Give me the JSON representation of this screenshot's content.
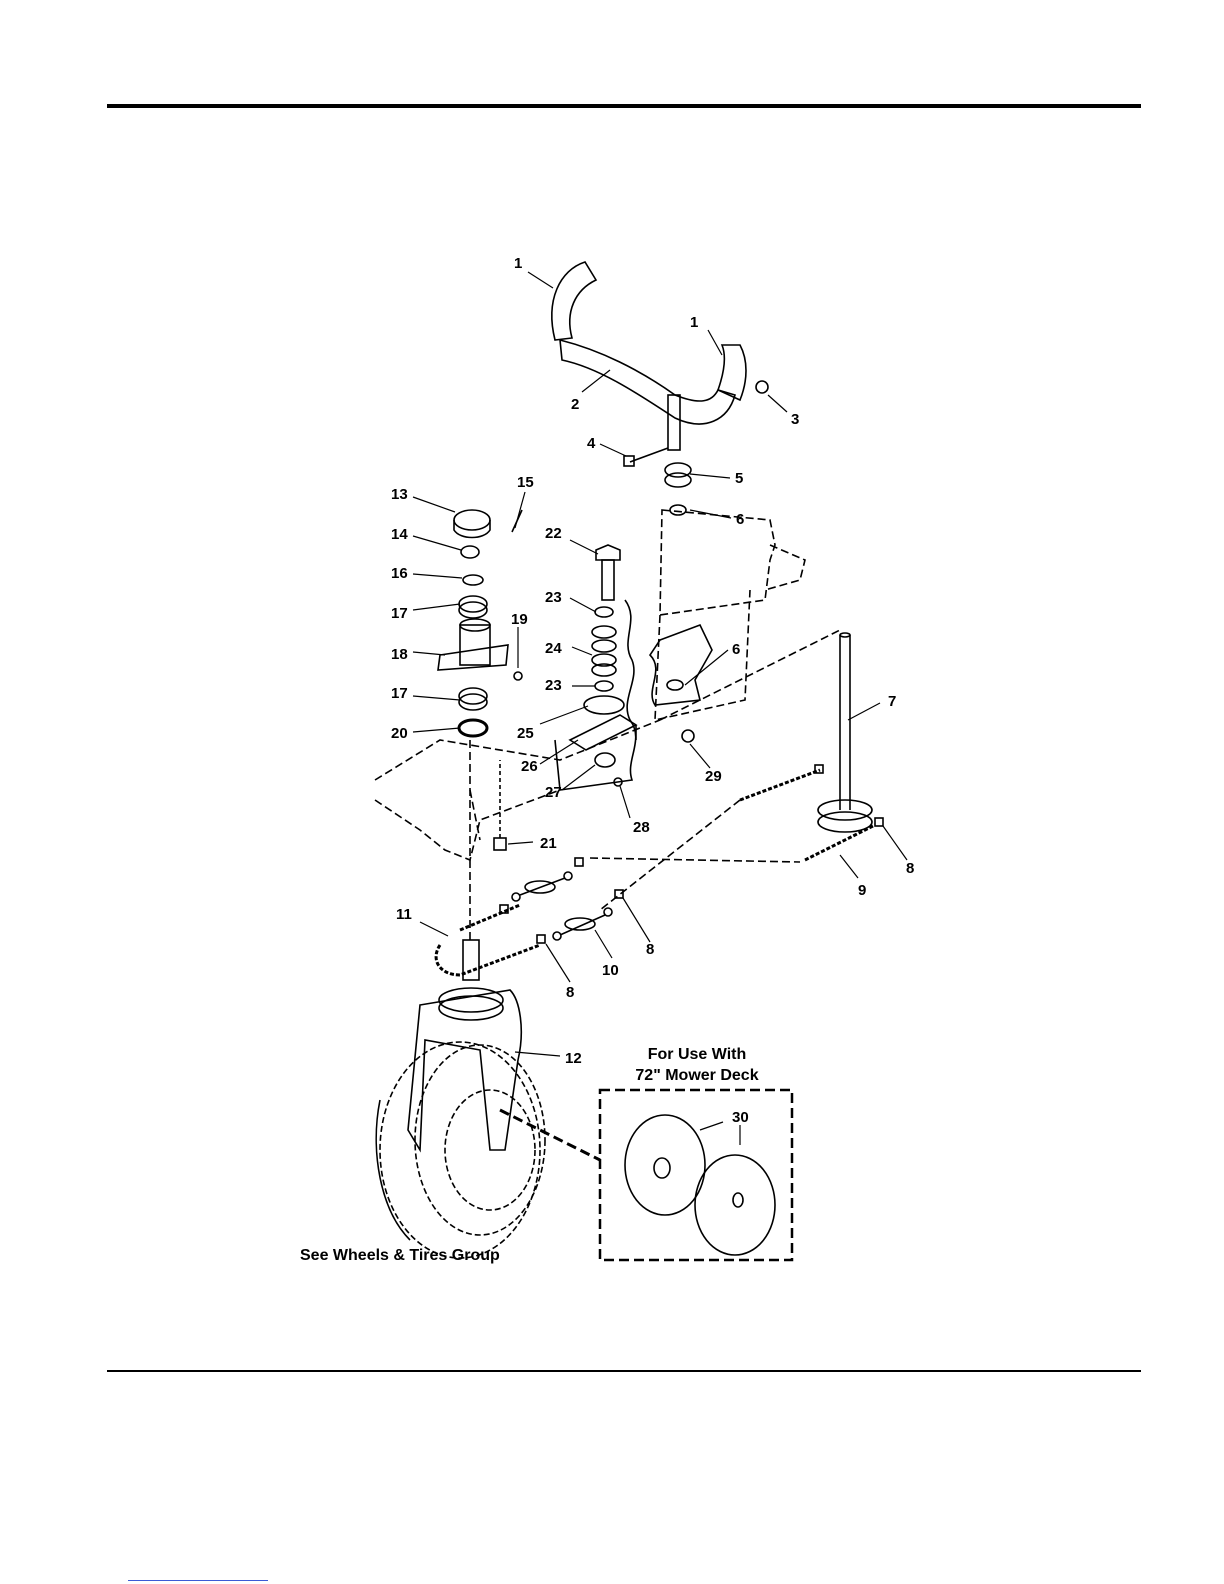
{
  "labels": {
    "l1a": "1",
    "l1b": "1",
    "l2": "2",
    "l3": "3",
    "l4": "4",
    "l5": "5",
    "l6a": "6",
    "l6b": "6",
    "l7": "7",
    "l8a": "8",
    "l8b": "8",
    "l8c": "8",
    "l9": "9",
    "l10": "10",
    "l11": "11",
    "l12": "12",
    "l13": "13",
    "l14": "14",
    "l15": "15",
    "l16": "16",
    "l17a": "17",
    "l17b": "17",
    "l18": "18",
    "l19": "19",
    "l20": "20",
    "l21": "21",
    "l22": "22",
    "l23a": "23",
    "l23b": "23",
    "l24": "24",
    "l25": "25",
    "l26": "26",
    "l27": "27",
    "l28": "28",
    "l29": "29",
    "l30": "30"
  },
  "notes": {
    "option_line1": "For Use With",
    "option_line2": "72\" Mower Deck",
    "wheels_reference": "See Wheels & Tires Group"
  }
}
